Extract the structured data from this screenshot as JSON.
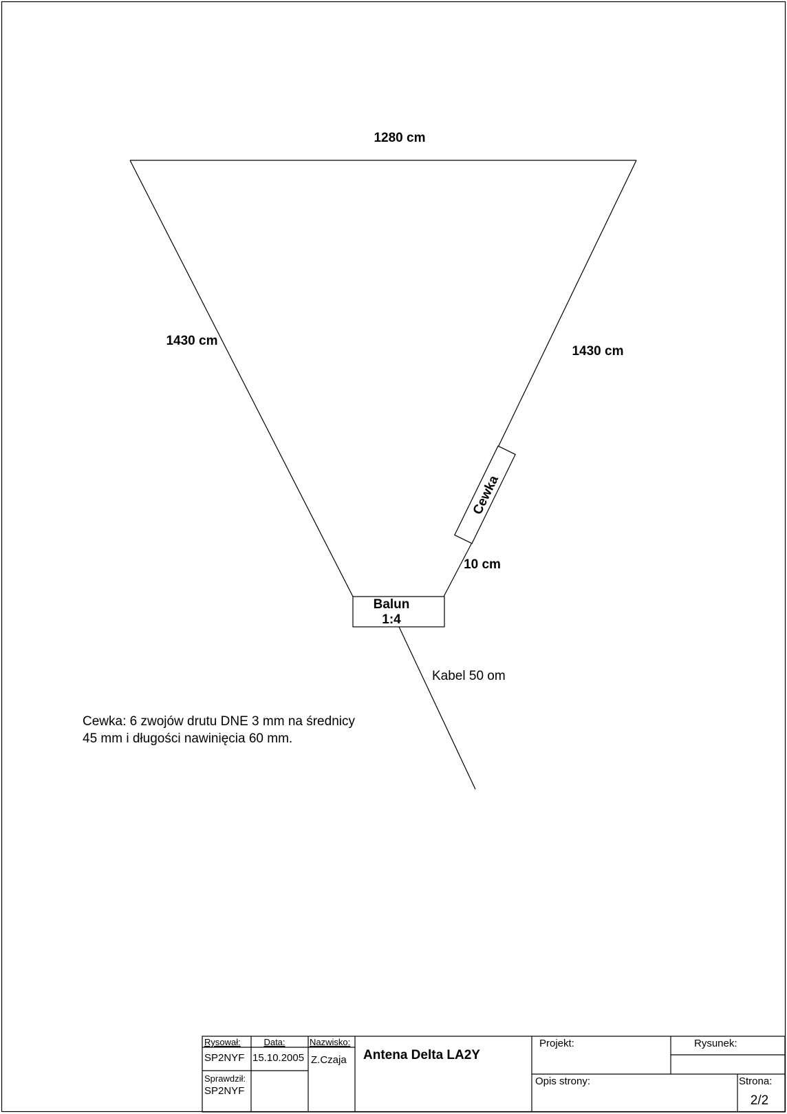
{
  "diagram": {
    "top_length": "1280 cm",
    "left_length": "1430 cm",
    "right_length": "1430 cm",
    "coil_label": "Cewka",
    "coil_gap": "10 cm",
    "balun_line1": "Balun",
    "balun_line2": "1:4",
    "cable_label": "Kabel 50 om",
    "note_line1": "Cewka: 6 zwojów drutu DNE 3 mm na średnicy",
    "note_line2": "45 mm i długości nawinięcia 60 mm."
  },
  "title_block": {
    "drawn_by_label": "Rysował:",
    "date_label": "Data:",
    "name_label": "Nazwisko:",
    "drawn_by": "SP2NYF",
    "date": "15.10.2005",
    "name": "Z.Czaja",
    "checked_by_label": "Sprawdził:",
    "checked_by": "SP2NYF",
    "title": "Antena Delta LA2Y",
    "project_label": "Projekt:",
    "drawing_label": "Rysunek:",
    "page_desc_label": "Opis strony:",
    "page_label": "Strona:",
    "page": "2/2"
  }
}
